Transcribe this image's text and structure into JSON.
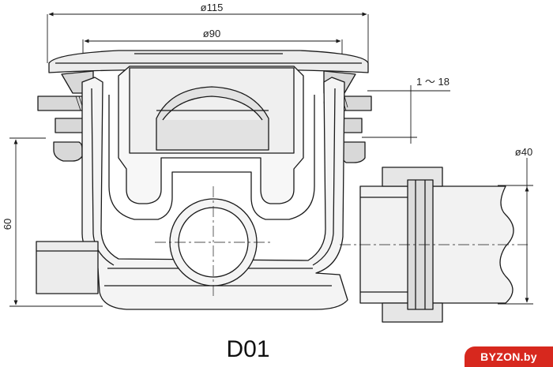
{
  "dimensions": {
    "outer_diameter": "ø115",
    "inner_diameter": "ø90",
    "adjustment_range": "1 ～ 18",
    "outlet_diameter": "ø40",
    "height": "60"
  },
  "model": "D01",
  "watermark": "BYZON.by",
  "colors": {
    "line": "#1a1a1a",
    "fill": "#ececec",
    "fill_dark": "#d8d8d8",
    "watermark_bg": "#d7281e"
  }
}
